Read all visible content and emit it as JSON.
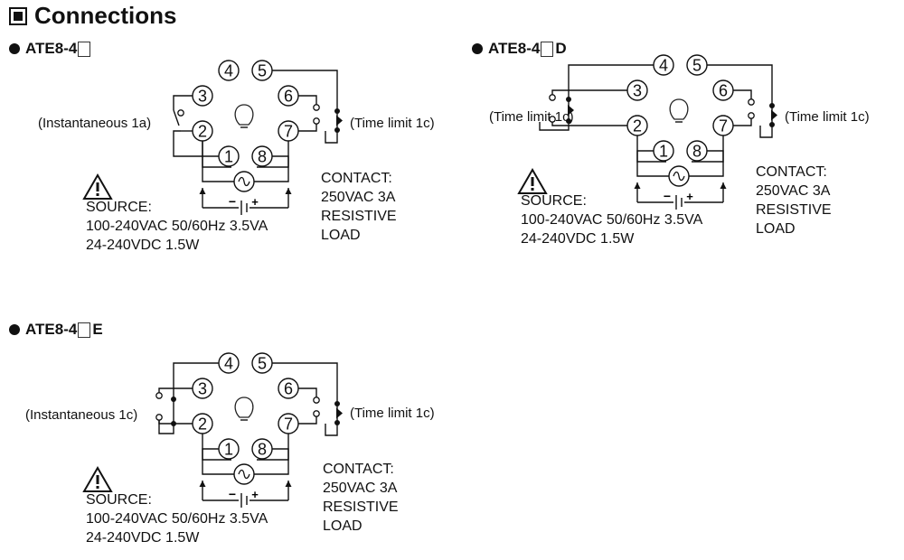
{
  "title": "Connections",
  "diagrams": [
    {
      "model_prefix": "ATE8-4",
      "model_suffix": "",
      "left_label": "(Instantaneous 1a)",
      "right_label": "(Time limit 1c)",
      "source_lines": [
        "SOURCE:",
        "100-240VAC 50/60Hz 3.5VA",
        "24-240VDC 1.5W"
      ],
      "contact_lines": [
        "CONTACT:",
        "250VAC 3A",
        "RESISTIVE",
        "LOAD"
      ]
    },
    {
      "model_prefix": "ATE8-4",
      "model_suffix": "D",
      "left_label": "(Time limit 1c)",
      "right_label": "(Time limit 1c)",
      "source_lines": [
        "SOURCE:",
        "100-240VAC 50/60Hz 3.5VA",
        "24-240VDC 1.5W"
      ],
      "contact_lines": [
        "CONTACT:",
        "250VAC 3A",
        "RESISTIVE",
        "LOAD"
      ]
    },
    {
      "model_prefix": "ATE8-4",
      "model_suffix": "E",
      "left_label": "(Instantaneous 1c)",
      "right_label": "(Time limit 1c)",
      "source_lines": [
        "SOURCE:",
        "100-240VAC 50/60Hz 3.5VA",
        "24-240VDC 1.5W"
      ],
      "contact_lines": [
        "CONTACT:",
        "250VAC 3A",
        "RESISTIVE",
        "LOAD"
      ]
    }
  ],
  "pins": [
    "1",
    "2",
    "3",
    "4",
    "5",
    "6",
    "7",
    "8"
  ],
  "dc_polarity": {
    "minus": "−",
    "plus": "+"
  }
}
